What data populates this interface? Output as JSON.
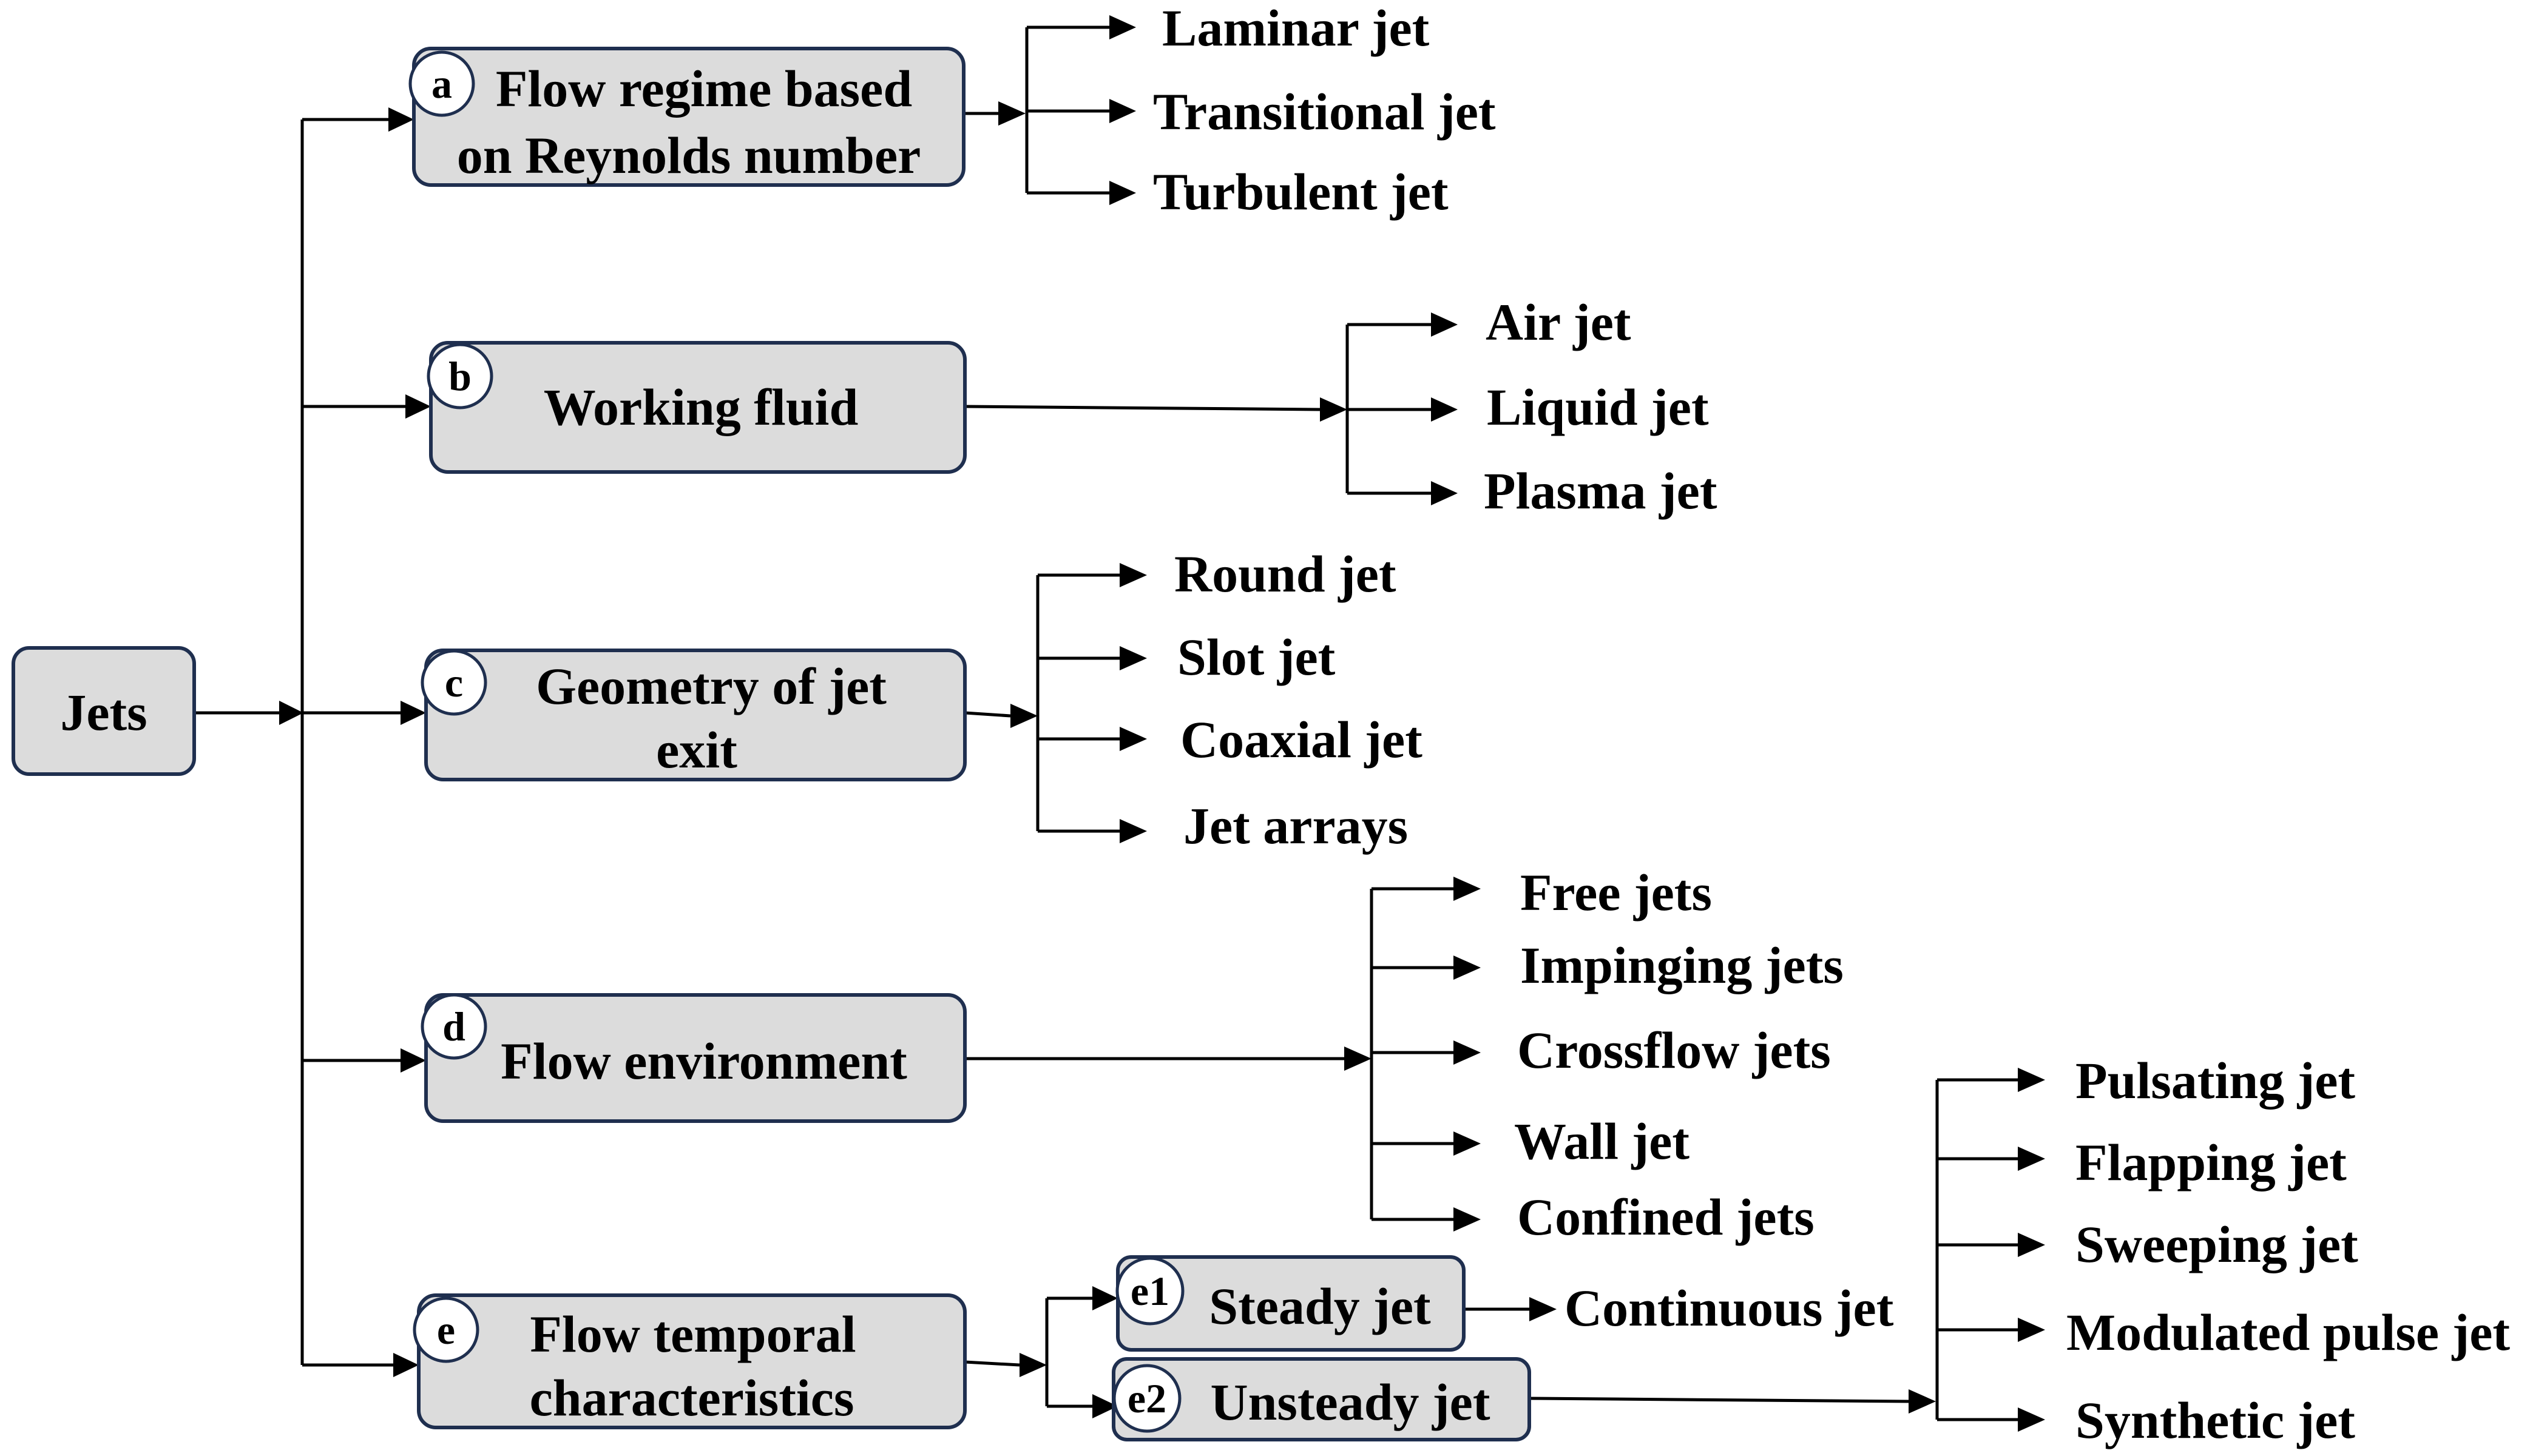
{
  "root": {
    "label": "Jets"
  },
  "branches": [
    {
      "id": "a",
      "badge": "a",
      "lines": [
        "Flow regime based",
        "on Reynolds number"
      ],
      "leaves": [
        "Laminar jet",
        "Transitional jet",
        "Turbulent jet"
      ]
    },
    {
      "id": "b",
      "badge": "b",
      "lines": [
        "Working fluid"
      ],
      "leaves": [
        "Air jet",
        "Liquid jet",
        "Plasma jet"
      ]
    },
    {
      "id": "c",
      "badge": "c",
      "lines": [
        "Geometry of jet",
        "exit"
      ],
      "leaves": [
        "Round jet",
        "Slot jet",
        "Coaxial jet",
        "Jet arrays"
      ]
    },
    {
      "id": "d",
      "badge": "d",
      "lines": [
        "Flow environment"
      ],
      "leaves": [
        "Free jets",
        "Impinging jets",
        "Crossflow jets",
        "Wall jet",
        "Confined jets"
      ]
    },
    {
      "id": "e",
      "badge": "e",
      "lines": [
        "Flow temporal",
        "characteristics"
      ],
      "sub": [
        {
          "badge": "e1",
          "label": "Steady jet",
          "leaves": [
            "Continuous jet"
          ]
        },
        {
          "badge": "e2",
          "label": "Unsteady jet",
          "leaves": [
            "Pulsating jet",
            "Flapping jet",
            "Sweeping jet",
            "Modulated pulse jet",
            "Synthetic jet"
          ]
        }
      ]
    }
  ],
  "colors": {
    "box_fill": "#dcdcdc",
    "box_stroke": "#1f2f4f",
    "line": "#000000",
    "text": "#000000"
  }
}
